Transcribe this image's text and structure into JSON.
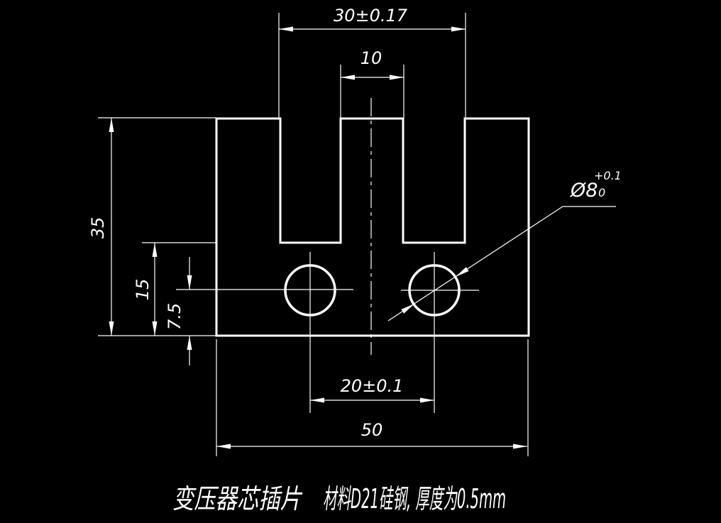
{
  "drawing": {
    "type": "cad-mechanical-drawing",
    "background_color": "#000000",
    "line_color": "#ffffff",
    "part": "transformer-core-lamination",
    "dimensions": {
      "outer_slot_span": "30±0.17",
      "center_slot_width": "10",
      "overall_height": "35",
      "lower_section_height": "15",
      "hole_center_to_bottom": "7.5",
      "hole_spacing": "20±0.1",
      "overall_width": "50",
      "hole_diameter": "Ø8",
      "hole_tolerance_upper": "+0.1",
      "hole_tolerance_lower": "0"
    },
    "caption": {
      "part_name": "变压器芯插片",
      "material_note": "材料D21硅钢, 厚度为0.5mm"
    }
  }
}
